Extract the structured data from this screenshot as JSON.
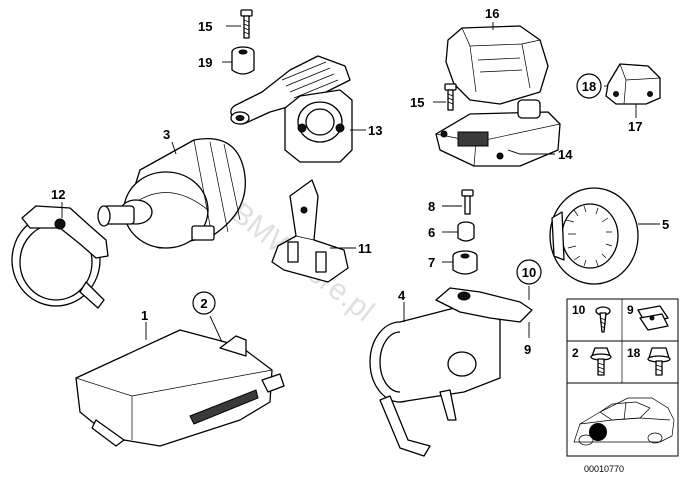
{
  "callouts": {
    "c1": "1",
    "c2": "2",
    "c3": "3",
    "c4": "4",
    "c5": "5",
    "c6": "6",
    "c7": "7",
    "c8": "8",
    "c9": "9",
    "c10": "10",
    "c11": "11",
    "c12": "12",
    "c13": "13",
    "c14": "14",
    "c15a": "15",
    "c15b": "15",
    "c16": "16",
    "c17": "17",
    "c18": "18",
    "c19": "19"
  },
  "panel": {
    "p10": "10",
    "p9": "9",
    "p2": "2",
    "p18": "18"
  },
  "watermark": "© BMWstore.pl",
  "reference_code": "00010770"
}
